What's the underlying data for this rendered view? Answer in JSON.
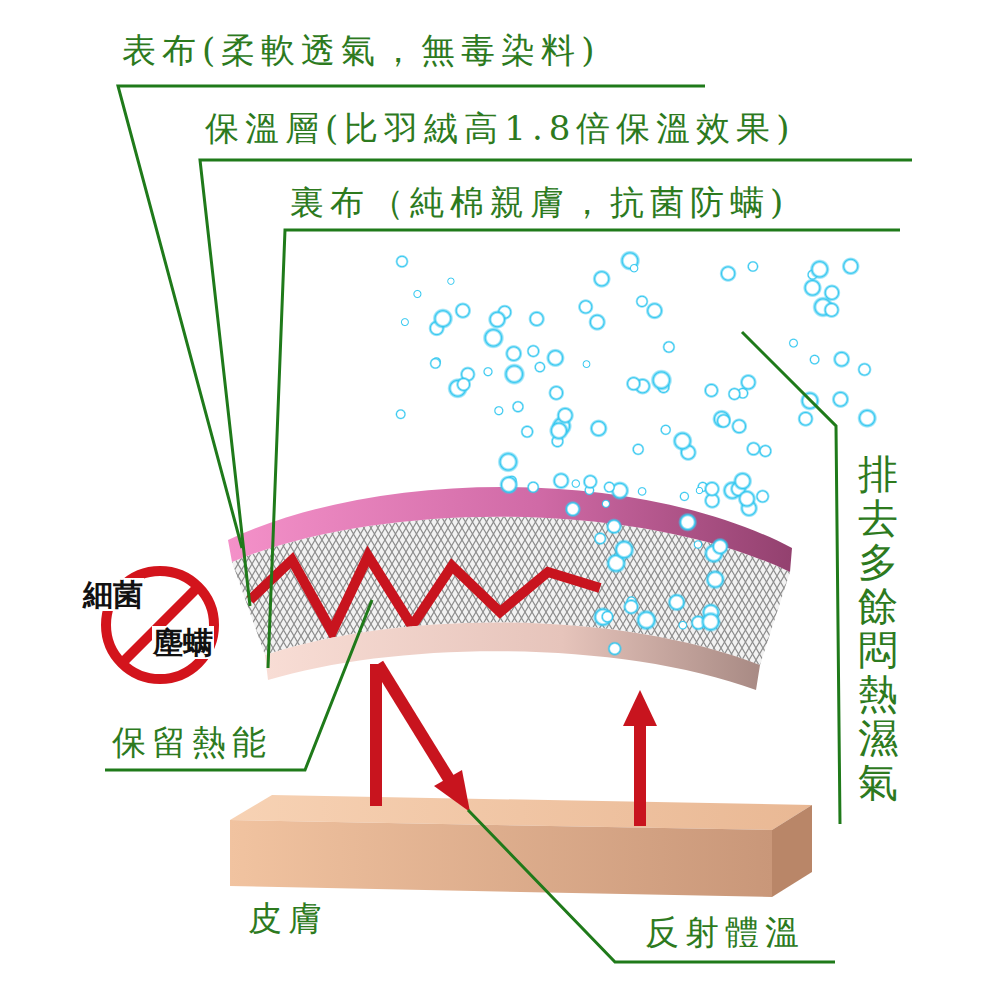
{
  "diagram": {
    "nodes": [
      {
        "text": [
          "細菌",
          "塵螨"
        ]
      }
    ],
    "labels": [
      "表布(柔軟透氣，無毒染料)",
      "保溫層(比羽絨高1.8倍保溫效果)",
      "裏布（純棉親膚，抗菌防螨)",
      "排去多餘悶熱濕氣",
      "保留熱能",
      "皮膚",
      "反射體溫"
    ]
  }
}
